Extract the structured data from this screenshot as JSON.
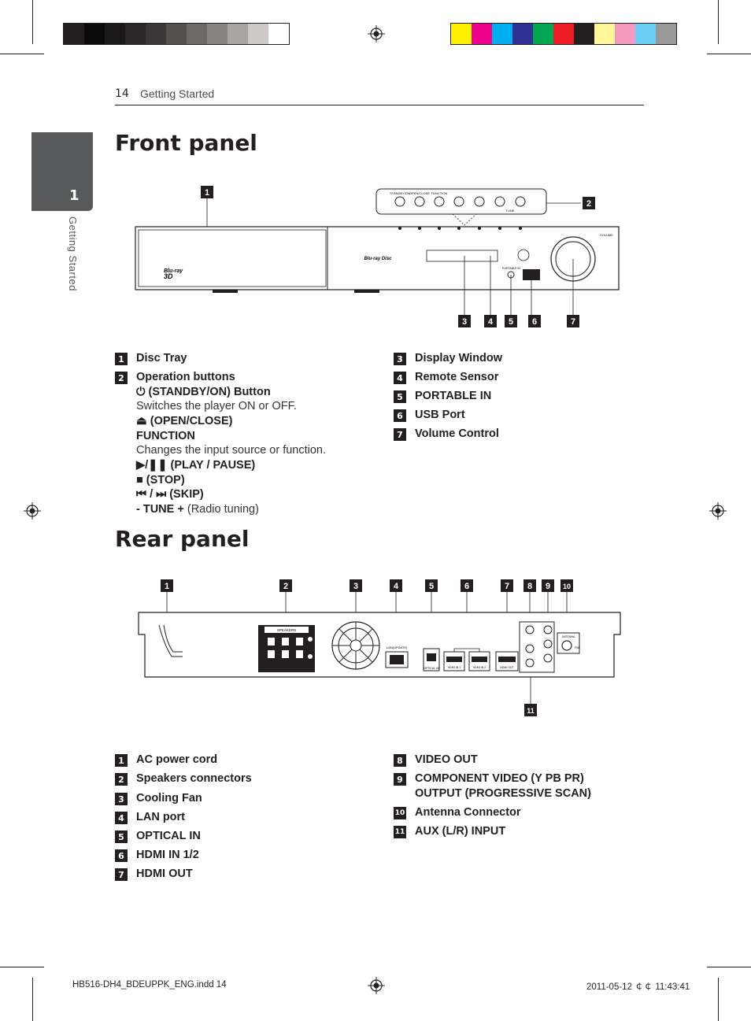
{
  "header": {
    "page_number": "14",
    "section": "Getting Started"
  },
  "chapter_tab": {
    "number": "1",
    "label": "Getting Started"
  },
  "front_panel": {
    "title": "Front panel",
    "items": [
      {
        "key": "1",
        "label": "Disc Tray"
      },
      {
        "key": "2",
        "label": "Operation buttons"
      },
      {
        "key": "3",
        "label": "Display Window"
      },
      {
        "key": "4",
        "label": "Remote Sensor"
      },
      {
        "key": "5",
        "label": "PORTABLE IN"
      },
      {
        "key": "6",
        "label": "USB Port"
      },
      {
        "key": "7",
        "label": "Volume Control"
      }
    ],
    "op_buttons": {
      "standby": "(STANDBY/ON) Button",
      "standby_desc": "Switches the player ON or OFF.",
      "open_close": "(OPEN/CLOSE)",
      "function": "FUNCTION",
      "function_desc": "Changes the input source or function.",
      "play_pause": "(PLAY / PAUSE)",
      "stop": "(STOP)",
      "skip": "(SKIP)",
      "tune": "- TUNE +",
      "tune_desc": "(Radio tuning)"
    },
    "device_labels": {
      "standby_on": "STANDBY/ON",
      "open_close": "OPEN/CLOSE",
      "function": "FUNCTION",
      "tune": "TUNE",
      "volume": "VOLUME",
      "portable_in": "PORTABLE IN",
      "bluray": "Blu-ray",
      "bluray_disc": "Blu-ray Disc",
      "three_d": "3D"
    }
  },
  "rear_panel": {
    "title": "Rear panel",
    "items": [
      {
        "key": "1",
        "label": "AC power cord"
      },
      {
        "key": "2",
        "label": "Speakers connectors"
      },
      {
        "key": "3",
        "label": "Cooling Fan"
      },
      {
        "key": "4",
        "label": "LAN port"
      },
      {
        "key": "5",
        "label": "OPTICAL IN"
      },
      {
        "key": "6",
        "label": "HDMI IN 1/2"
      },
      {
        "key": "7",
        "label": "HDMI OUT"
      },
      {
        "key": "8",
        "label": "VIDEO OUT"
      },
      {
        "key": "9",
        "label": "COMPONENT VIDEO (Y PB PR)"
      },
      {
        "key": "9b",
        "label": "OUTPUT (PROGRESSIVE SCAN)"
      },
      {
        "key": "10",
        "label": "Antenna Connector"
      },
      {
        "key": "11",
        "label": "AUX (L/R) INPUT"
      }
    ],
    "device_labels": {
      "speakers": "SPEAKERS",
      "lan": "LAN(UPDATE)",
      "optical": "OPTICAL IN",
      "hdmi_in_1": "HDMI IN 1",
      "hdmi_in_2": "HDMI IN 2",
      "hdmi_out": "HDMI OUT",
      "antenna": "ANTENNA",
      "fm": "FM"
    }
  },
  "footer": {
    "file": "HB516-DH4_BDEUPPK_ENG.indd   14",
    "date": "2011-05-12   ￠￠ 11:43:41"
  },
  "colors": {
    "grays": [
      "#231f20",
      "#0b0b0b",
      "#1a1718",
      "#2a2526",
      "#3c3536",
      "#58504f",
      "#6e6766",
      "#8a8382",
      "#aaa3a2",
      "#cfc9c8",
      "#ffffff"
    ],
    "process": [
      "#fff200",
      "#ec008c",
      "#00aeef",
      "#2e3192",
      "#00a651",
      "#ed1c24",
      "#231f20",
      "#fff799",
      "#f49ac1",
      "#6dcff6",
      "#999999"
    ]
  }
}
